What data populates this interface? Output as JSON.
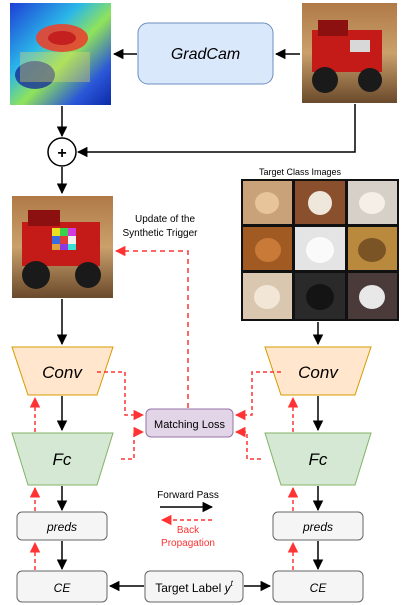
{
  "gradcam": {
    "label": "GradCam"
  },
  "plus": {
    "symbol": "+"
  },
  "trigger_update": {
    "line1": "Update of the",
    "line2": "Synthetic Trigger"
  },
  "target_images": {
    "title": "Target Class Images",
    "tiles": [
      "dog-1",
      "dog-2",
      "dog-3",
      "dog-4",
      "dog-5",
      "dog-6",
      "dog-7",
      "dog-8",
      "dog-9"
    ]
  },
  "left_branch": {
    "conv": "Conv",
    "fc": "Fc",
    "preds": "preds",
    "loss": "CE"
  },
  "right_branch": {
    "conv": "Conv",
    "fc": "Fc",
    "preds": "preds",
    "loss": "CE"
  },
  "matching_loss": {
    "label": "Matching Loss"
  },
  "legend": {
    "forward": "Forward Pass",
    "back_line1": "Back",
    "back_line2": "Propagation"
  },
  "target_label": {
    "text": "Target Label ",
    "symbol": "y",
    "sup": "t"
  },
  "colors": {
    "gradcam_fill": "#dae8fc",
    "gradcam_stroke": "#6c8ebf",
    "conv_fill": "#ffe6cc",
    "conv_stroke": "#d79b00",
    "fc_fill": "#d5e8d4",
    "fc_stroke": "#82b366",
    "matching_fill": "#e1d5e7",
    "matching_stroke": "#9673a6",
    "box_fill": "#f5f5f5",
    "box_stroke": "#666666",
    "back_arrow": "#ff3333",
    "forward_arrow": "#000000"
  }
}
